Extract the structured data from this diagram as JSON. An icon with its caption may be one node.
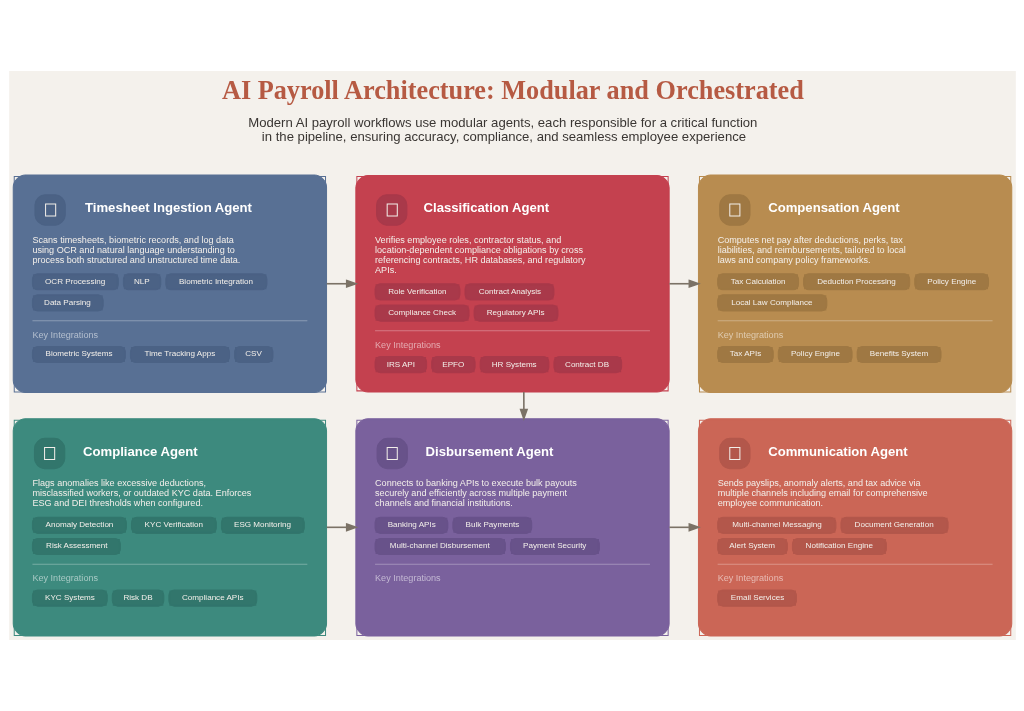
{
  "diagram": {
    "title": "AI Payroll Architecture: Modular and Orchestrated",
    "nodes": [
      {
        "text": [
          "Timesheet Ingestion Agent",
          "Scans timesheets, biometric records, and log data using OCR and natural language understanding to process both structured and unstructured time data.",
          "OCR Processing",
          "NLP",
          "Biometric Integration",
          "Data Parsing",
          "Key Integrations",
          "Biometric Systems",
          "Time Tracking Apps",
          "CSV"
        ]
      },
      {
        "text": [
          "Classification Agent",
          "Verifies employee roles, contractor status, and location-dependent compliance obligations by cross referencing contracts, HR databases, and regulatory APIs.",
          "Role Verification",
          "Contract Analysis",
          "Compliance Check",
          "Regulatory APIs",
          "Key Integrations",
          "IRS API",
          "EPFO",
          "HR Systems",
          "Contract DB"
        ]
      },
      {
        "text": [
          "Compensation Agent",
          "Computes net pay after deductions, perks, tax liabilities, and reimbursements, tailored to local laws and company policy frameworks.",
          "Tax Calculation",
          "Deduction Processing",
          "Policy Engine",
          "Local Law Compliance",
          "Key Integrations",
          "Tax APIs",
          "Policy Engine",
          "Benefits System"
        ]
      },
      {
        "text": [
          "Compliance Agent",
          "Flags anomalies like excessive deductions, misclassified workers, or outdated KYC data. Enforces ESG and DEI thresholds when configured.",
          "Anomaly Detection",
          "KYC Verification",
          "ESG Monitoring",
          "Risk Assessment",
          "Key Integrations",
          "KYC Systems",
          "Risk DB",
          "Compliance APIs"
        ]
      },
      {
        "text": [
          "Disbursement Agent",
          "Connects to banking APIs to execute bulk payouts securely and efficiently across multiple payment channels and financial institutions.",
          "Banking APIs",
          "Bulk Payments",
          "Multi-channel Disbursement",
          "Payment Security",
          "Key Integrations"
        ]
      },
      {
        "text": [
          "Communication Agent",
          "Sends payslips, anomaly alerts, and tax advice via multiple channels including email for comprehensive employee communication.",
          "Multi-channel Messaging",
          "Document Generation",
          "Alert System",
          "Notification Engine",
          "Key Integrations",
          "Email Services"
        ]
      }
    ],
    "edges": [
      {
        "from": 0,
        "to": 1,
        "arrow": "to"
      },
      {
        "from": 1,
        "to": 2,
        "arrow": "to"
      },
      {
        "from": 1,
        "to": 4,
        "arrow": "to"
      },
      {
        "from": 3,
        "to": 4,
        "arrow": "to"
      },
      {
        "from": 4,
        "to": 5,
        "arrow": "to"
      }
    ],
    "labels": [
      "Modern AI payroll workflows use modular agents, each responsible for a critical function in the pipeline, ensuring accuracy, compliance, and seamless employee experience"
    ]
  }
}
